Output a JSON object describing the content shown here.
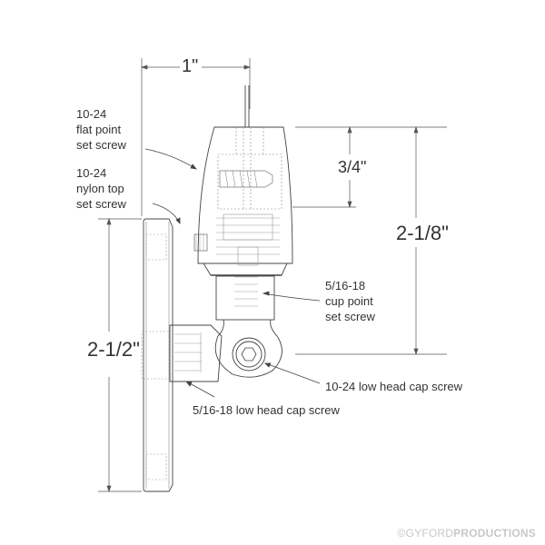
{
  "dimensions": {
    "width_top": "1\"",
    "sleeve_height": "3/4\"",
    "overall_height": "2-1/8\"",
    "plate_height": "2-1/2\""
  },
  "labels": {
    "flat_point": [
      "10-24",
      "flat point",
      "set screw"
    ],
    "nylon_top": [
      "10-24",
      "nylon top",
      "set screw"
    ],
    "cup_point": [
      "5/16-18",
      "cup point",
      "set screw"
    ],
    "low_head_1024": "10-24 low head cap screw",
    "low_head_516": "5/16-18 low head cap screw"
  },
  "watermark": {
    "prefix": "©GYFORD",
    "suffix": "PRODUCTIONS"
  }
}
